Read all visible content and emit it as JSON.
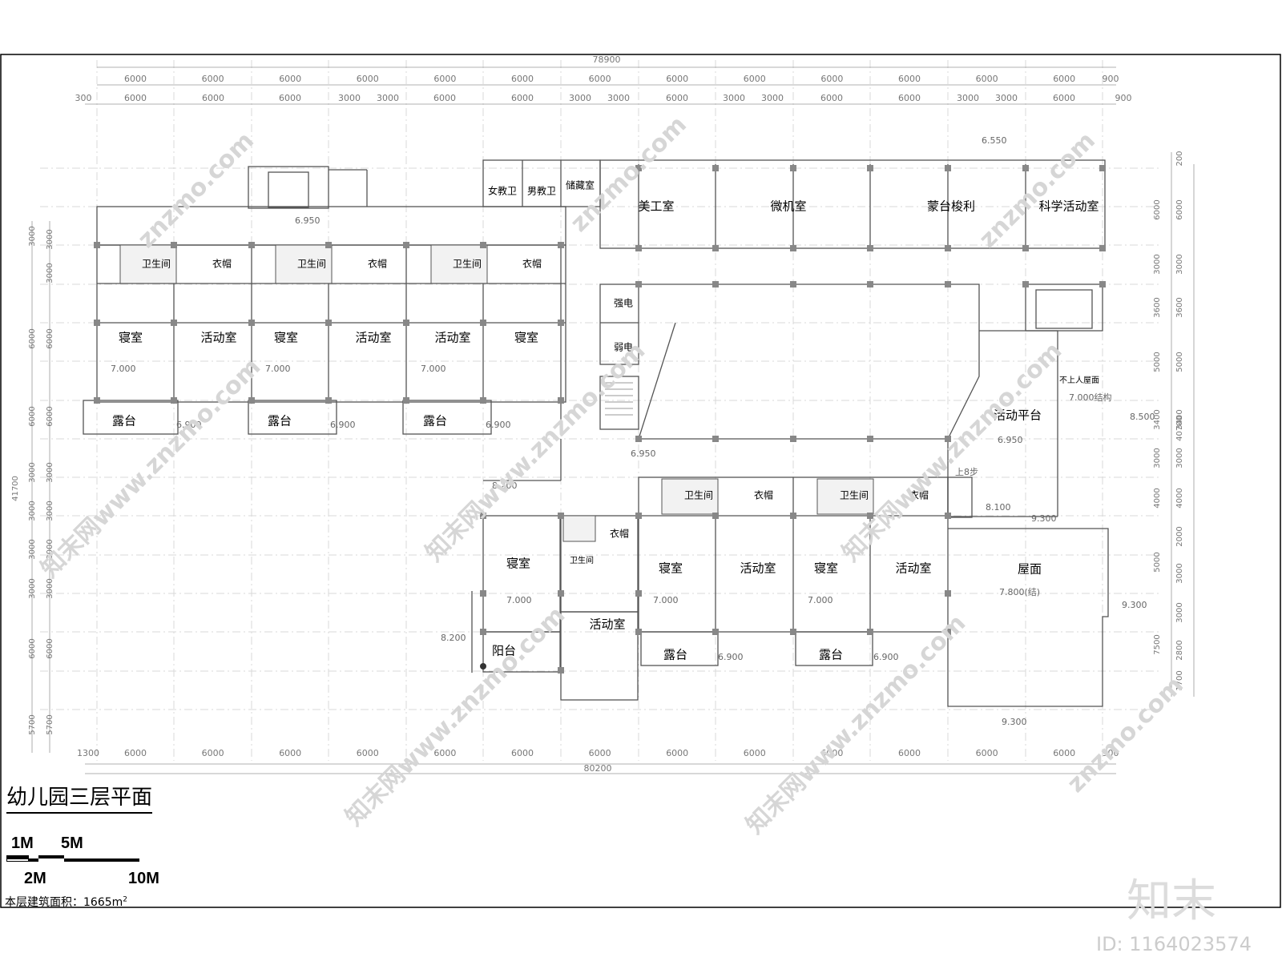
{
  "drawing": {
    "title": "幼儿园三层平面",
    "area_label": "本层建筑面积：1665m",
    "area_sup": "2",
    "scale": {
      "s1": "1M",
      "s2": "5M",
      "s3": "2M",
      "s4": "10M"
    }
  },
  "rooms": {
    "nw_toilet1": "卫生间",
    "nw_cloak1": "衣帽",
    "nw_bed1": "寝室",
    "nw_act1": "活动室",
    "nw_terrace1": "露台",
    "nw_toilet2": "卫生间",
    "nw_cloak2": "衣帽",
    "nw_bed2": "寝室",
    "nw_act2": "活动室",
    "nw_terrace2": "露台",
    "nw_toilet3": "卫生间",
    "nw_cloak3": "衣帽",
    "nw_act3": "活动室",
    "nw_bed3": "寝室",
    "nw_terrace3": "露台",
    "wc_female": "女教卫",
    "wc_male": "男教卫",
    "storage": "储藏室",
    "art": "美工室",
    "computer": "微机室",
    "montessori": "蒙台梭利",
    "science": "科学活动室",
    "strong": "强电",
    "weak": "弱电",
    "platform": "活动平台",
    "no_access_roof": "不上人屋面",
    "sw_bed": "寝室",
    "sw_toilet": "卫生间",
    "sw_cloak": "衣帽",
    "sw_act": "活动室",
    "sw_balcony": "阳台",
    "s_toilet1": "卫生间",
    "s_cloak1": "衣帽",
    "s_bed1": "寝室",
    "s_act1": "活动室",
    "s_terrace1": "露台",
    "s_toilet2": "卫生间",
    "s_cloak2": "衣帽",
    "s_bed2": "寝室",
    "s_act2": "活动室",
    "s_terrace2": "露台",
    "roof": "屋面"
  },
  "elevations": {
    "e1": "6.950",
    "e2": "7.000",
    "e3": "7.000",
    "e4": "7.000",
    "e5": "6.900",
    "e6": "6.900",
    "e7": "6.900",
    "e8": "6.550",
    "e9": "6.950",
    "e10": "6.950",
    "e11": "7.000结构",
    "e12": "8.500",
    "e13": "8.200",
    "e14": "8.100",
    "e15": "9.300",
    "e16": "7.000",
    "e17": "7.000",
    "e18": "7.000",
    "e19": "7.800(结)",
    "e20": "8.200",
    "e21": "6.900",
    "e22": "6.900",
    "e23": "9.300",
    "e24": "9.300",
    "e25": "上8步"
  },
  "dims": {
    "top_total": "78900",
    "top_row1": [
      "6000",
      "6000",
      "6000",
      "6000",
      "6000",
      "6000",
      "6000",
      "6000",
      "6000",
      "6000",
      "6000",
      "6000",
      "6000",
      "900"
    ],
    "top_row2": [
      "300",
      "6000",
      "6000",
      "6000",
      "3000",
      "3000",
      "6000",
      "6000",
      "3000",
      "3000",
      "6000",
      "3000",
      "3000",
      "6000",
      "6000",
      "3000",
      "3000",
      "6000",
      "900"
    ],
    "bottom_row": [
      "1300",
      "6000",
      "6000",
      "6000",
      "6000",
      "6000",
      "6000",
      "6000",
      "6000",
      "6000",
      "6000",
      "6000",
      "6000",
      "6000",
      "900"
    ],
    "bottom_total": "80200",
    "left_total": "41700",
    "left_outer": [
      "3000",
      "6000",
      "6000",
      "3000",
      "3000",
      "3000",
      "3000",
      "6000",
      "5700"
    ],
    "left_inner": [
      "3000",
      "3000",
      "6000",
      "6000",
      "3000",
      "3000",
      "3000",
      "3000",
      "6000",
      "5700"
    ],
    "right_total": "40700",
    "right_outer": [
      "6000",
      "3000",
      "3600",
      "5000",
      "3400",
      "3000",
      "4000",
      "5000",
      "7500"
    ],
    "right_inner": [
      "200",
      "6000",
      "3000",
      "3600",
      "5000",
      "3400",
      "3000",
      "4000",
      "2000",
      "3000",
      "3000",
      "2800",
      "1700"
    ]
  },
  "watermark": {
    "site": "znzmo.com",
    "brand": "知末网www.znzmo.com",
    "logo": "知末",
    "id": "ID: 1164023574"
  }
}
